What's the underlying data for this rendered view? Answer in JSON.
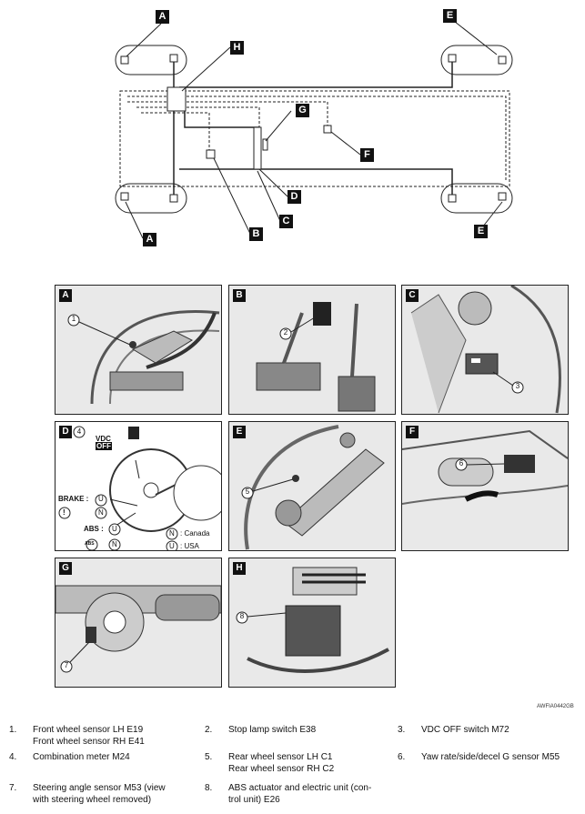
{
  "overview": {
    "labels": [
      "A",
      "E",
      "H",
      "G",
      "F",
      "D",
      "C",
      "B",
      "A",
      "E"
    ]
  },
  "panels": [
    {
      "label": "A"
    },
    {
      "label": "B"
    },
    {
      "label": "C"
    },
    {
      "label": "D"
    },
    {
      "label": "E"
    },
    {
      "label": "F"
    },
    {
      "label": "G"
    },
    {
      "label": "H"
    }
  ],
  "callouts": {
    "a": "1",
    "b": "2",
    "c": "3",
    "d": "4",
    "e": "5",
    "f": "6",
    "g": "7",
    "h": "8"
  },
  "meter": {
    "vdc": "VDC",
    "off": "OFF",
    "brake": "BRAKE :",
    "abs": "ABS :",
    "u": "U",
    "n": "N",
    "abs_icon": "ABS",
    "excl": "!",
    "canada": ": Canada",
    "usa": ": USA"
  },
  "figure_code": "AWFIA0442GB",
  "legend": [
    {
      "num": "1.",
      "lines": [
        "Front wheel sensor LH E19",
        "Front wheel sensor RH E41"
      ]
    },
    {
      "num": "2.",
      "lines": [
        "Stop lamp switch E38"
      ]
    },
    {
      "num": "3.",
      "lines": [
        "VDC OFF switch M72"
      ]
    },
    {
      "num": "4.",
      "lines": [
        "Combination meter M24"
      ]
    },
    {
      "num": "5.",
      "lines": [
        "Rear wheel sensor LH C1",
        "Rear wheel sensor RH C2"
      ]
    },
    {
      "num": "6.",
      "lines": [
        "Yaw rate/side/decel G sensor M55"
      ]
    },
    {
      "num": "7.",
      "lines": [
        "Steering angle sensor M53 (view",
        "with steering wheel removed)"
      ]
    },
    {
      "num": "8.",
      "lines": [
        "ABS actuator and electric unit (con-",
        "trol unit) E26"
      ]
    }
  ]
}
